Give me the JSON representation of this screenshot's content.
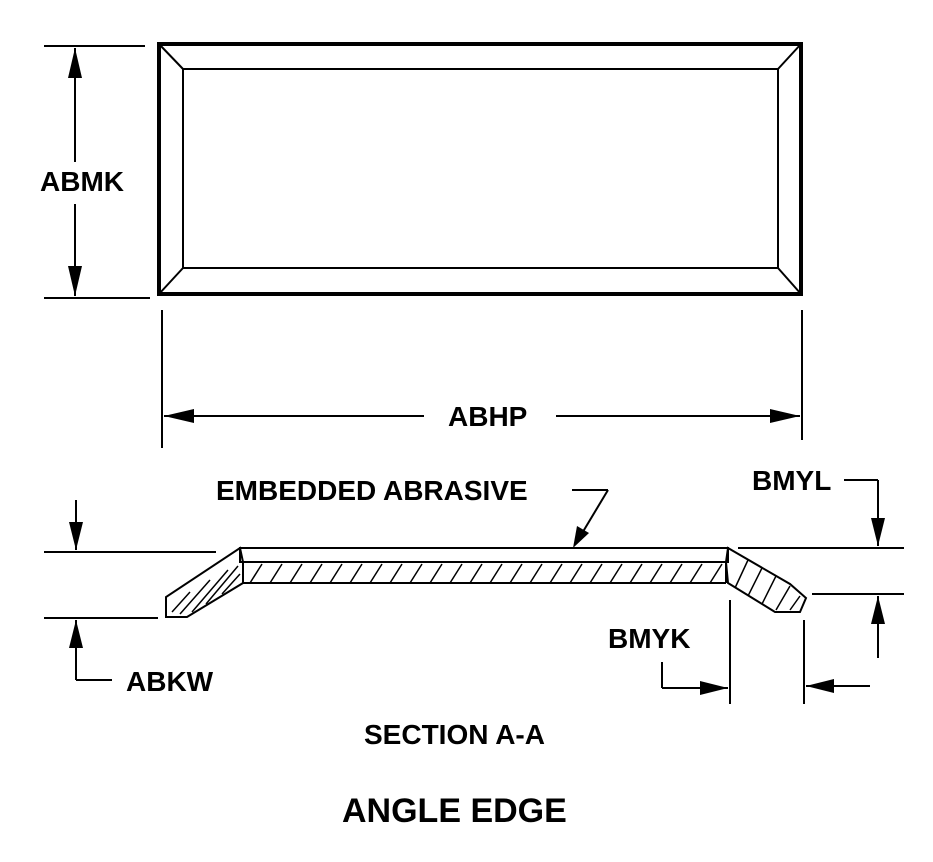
{
  "labels": {
    "height_dim": "ABMK",
    "width_dim": "ABHP",
    "embedded": "EMBEDDED ABRASIVE",
    "bmyl": "BMYL",
    "bmyk": "BMYK",
    "abkw": "ABKW",
    "section": "SECTION A-A",
    "title": "ANGLE EDGE"
  }
}
